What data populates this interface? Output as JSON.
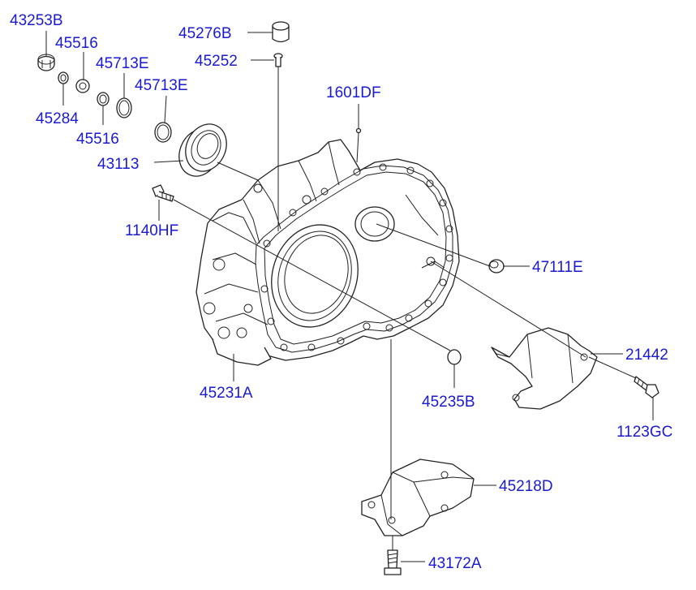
{
  "diagram": {
    "callouts": [
      {
        "id": "c01",
        "label": "43253B"
      },
      {
        "id": "c02",
        "label": "45516"
      },
      {
        "id": "c03",
        "label": "45713E"
      },
      {
        "id": "c04",
        "label": "45713E"
      },
      {
        "id": "c05",
        "label": "45284"
      },
      {
        "id": "c06",
        "label": "45516"
      },
      {
        "id": "c07",
        "label": "43113"
      },
      {
        "id": "c08",
        "label": "45276B"
      },
      {
        "id": "c09",
        "label": "45252"
      },
      {
        "id": "c10",
        "label": "1601DF"
      },
      {
        "id": "c11",
        "label": "1140HF"
      },
      {
        "id": "c12",
        "label": "47111E"
      },
      {
        "id": "c13",
        "label": "21442"
      },
      {
        "id": "c14",
        "label": "1123GC"
      },
      {
        "id": "c15",
        "label": "45231A"
      },
      {
        "id": "c16",
        "label": "45235B"
      },
      {
        "id": "c17",
        "label": "45218D"
      },
      {
        "id": "c18",
        "label": "43172A"
      }
    ],
    "colors": {
      "label": "#1a1ad0",
      "line": "#222222"
    }
  }
}
